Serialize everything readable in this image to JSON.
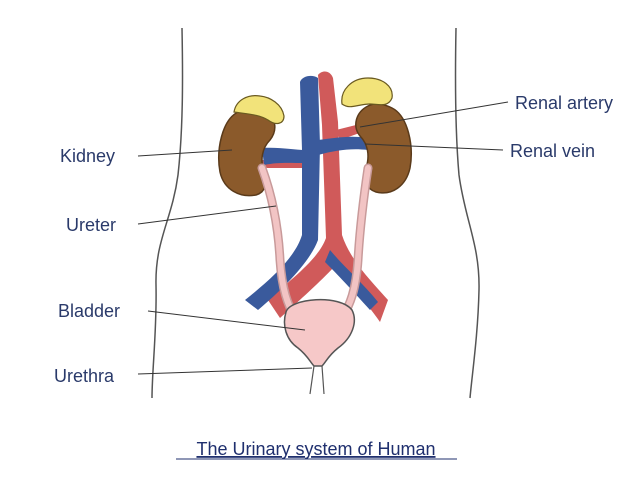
{
  "labels": {
    "kidney": "Kidney",
    "ureter": "Ureter",
    "bladder": "Bladder",
    "urethra": "Urethra",
    "renal_artery": "Renal artery",
    "renal_vein": "Renal vein"
  },
  "caption": "The Urinary system of Human",
  "colors": {
    "kidney": "#8b5a2b",
    "adrenal_gland": "#f2e37a",
    "vein": "#3a5a9c",
    "artery": "#d05a5a",
    "ureter": "#f2c4c4",
    "bladder": "#f6c8c8",
    "label_text": "#2a3a6a",
    "caption_text": "#1f2f6e",
    "leader_line": "#333333",
    "body_outline": "#555555"
  }
}
